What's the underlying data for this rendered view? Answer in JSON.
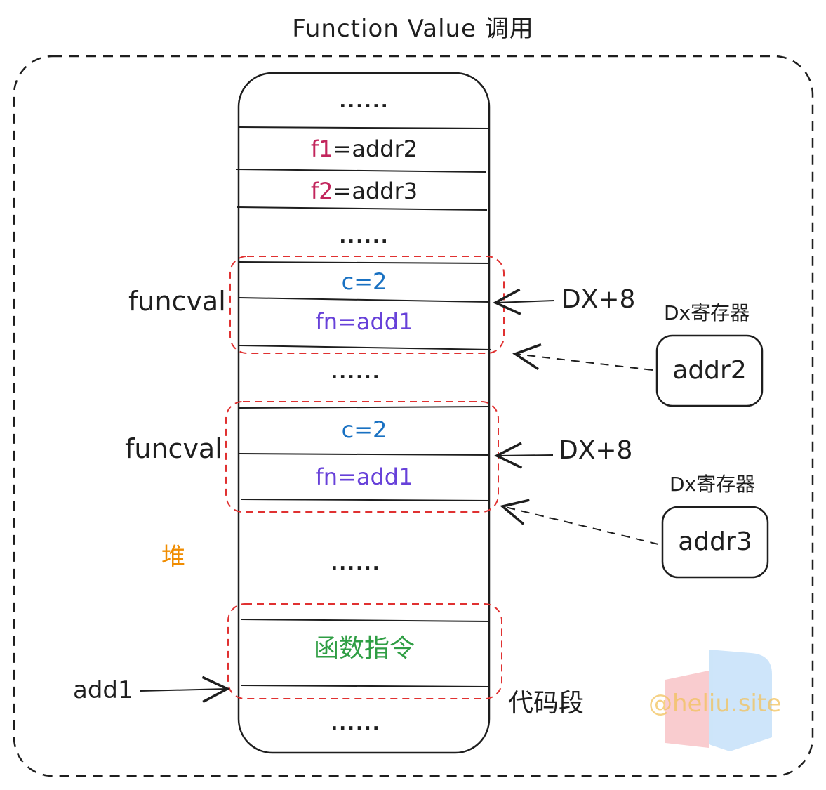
{
  "title": "Function Value 调用",
  "colors": {
    "ink": "#1e1e1e",
    "red_dash": "#e03131",
    "var_name": "#c2255c",
    "blue_value": "#1971c2",
    "purple_value": "#6741d9",
    "green_code": "#2f9e44",
    "heap_label": "#f08c00"
  },
  "stack": {
    "top_dots": "......",
    "f1_name": "f1",
    "f1_value": "=addr2",
    "f2_name": "f2",
    "f2_value": "=addr3",
    "dots_2": "......",
    "funcval_1": {
      "c": "c=2",
      "fn": "fn=add1"
    },
    "dots_3": "......",
    "funcval_2": {
      "c": "c=2",
      "fn": "fn=add1"
    },
    "dots_4": "......",
    "code": "函数指令",
    "bottom_dots": "......"
  },
  "labels": {
    "funcval_1": "funcval",
    "funcval_2": "funcval",
    "heap": "堆",
    "add1": "add1",
    "code_segment": "代码段",
    "dx_offset_1": "DX+8",
    "dx_offset_2": "DX+8"
  },
  "registers": [
    {
      "title": "Dx寄存器",
      "value": "addr2"
    },
    {
      "title": "Dx寄存器",
      "value": "addr3"
    }
  ],
  "watermark": "@heliu.site"
}
